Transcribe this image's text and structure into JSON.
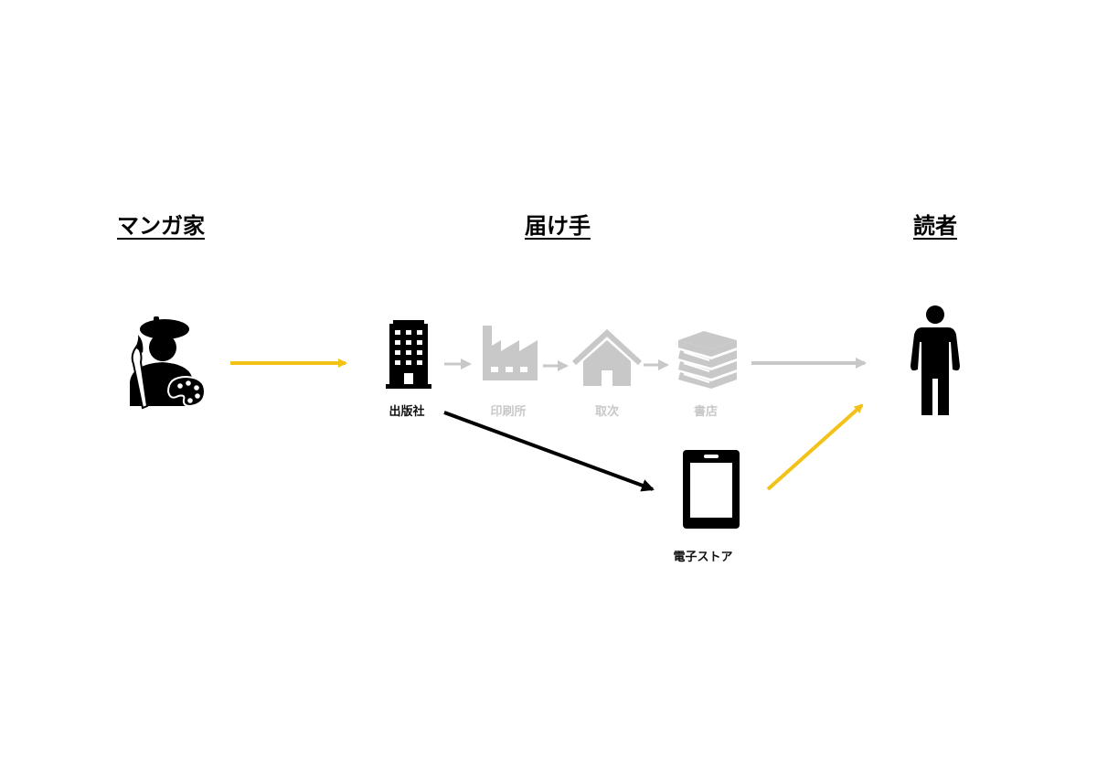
{
  "headings": {
    "creator": "マンガ家",
    "deliverer": "届け手",
    "reader": "読者"
  },
  "nodes": {
    "publisher": "出版社",
    "printer": "印刷所",
    "distributor": "取次",
    "bookstore": "書店",
    "ebook_store": "電子ストア"
  },
  "icons": {
    "creator": "painter-icon",
    "publisher": "office-building-icon",
    "printer": "factory-icon",
    "distributor": "house-icon",
    "bookstore": "book-stack-icon",
    "ebook_store": "tablet-icon",
    "reader": "person-icon"
  },
  "colors": {
    "highlight_arrow": "#F2C216",
    "active": "#000000",
    "inactive": "#C8C8C8"
  }
}
